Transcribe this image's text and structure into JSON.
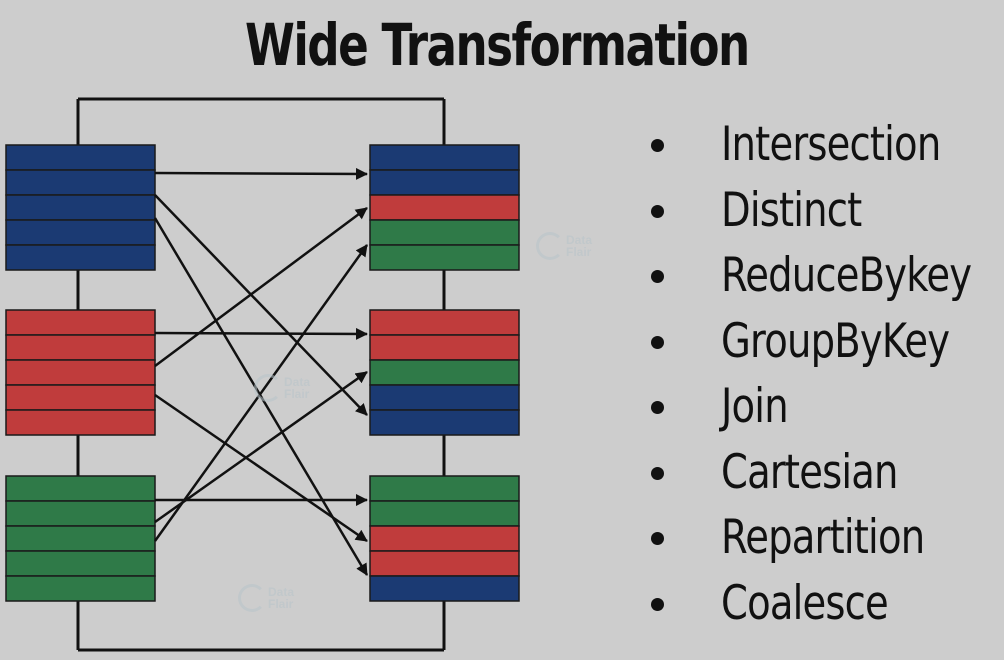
{
  "title": "Wide Transformation",
  "colors": {
    "background": "#cdcdcd",
    "blue": "#1b3a73",
    "red": "#c03c3c",
    "green": "#2f7a48",
    "line": "#111111"
  },
  "partitions": {
    "source": [
      {
        "color": "blue",
        "rows": 5
      },
      {
        "color": "red",
        "rows": 5
      },
      {
        "color": "green",
        "rows": 5
      }
    ],
    "target": [
      {
        "rows": [
          "blue",
          "blue",
          "red",
          "green",
          "green"
        ]
      },
      {
        "rows": [
          "red",
          "red",
          "green",
          "blue",
          "blue"
        ]
      },
      {
        "rows": [
          "green",
          "green",
          "red",
          "red",
          "blue"
        ]
      }
    ]
  },
  "shuffle_arrows": [
    {
      "from": 0,
      "to": 0
    },
    {
      "from": 0,
      "to": 1
    },
    {
      "from": 0,
      "to": 2
    },
    {
      "from": 1,
      "to": 0
    },
    {
      "from": 1,
      "to": 1
    },
    {
      "from": 1,
      "to": 2
    },
    {
      "from": 2,
      "to": 0
    },
    {
      "from": 2,
      "to": 1
    },
    {
      "from": 2,
      "to": 2
    }
  ],
  "operations": [
    "Intersection",
    "Distinct",
    "ReduceBykey",
    "GroupByKey",
    "Join",
    "Cartesian",
    "Repartition",
    "Coalesce"
  ],
  "watermark": {
    "line1": "Data",
    "line2": "Flair"
  }
}
